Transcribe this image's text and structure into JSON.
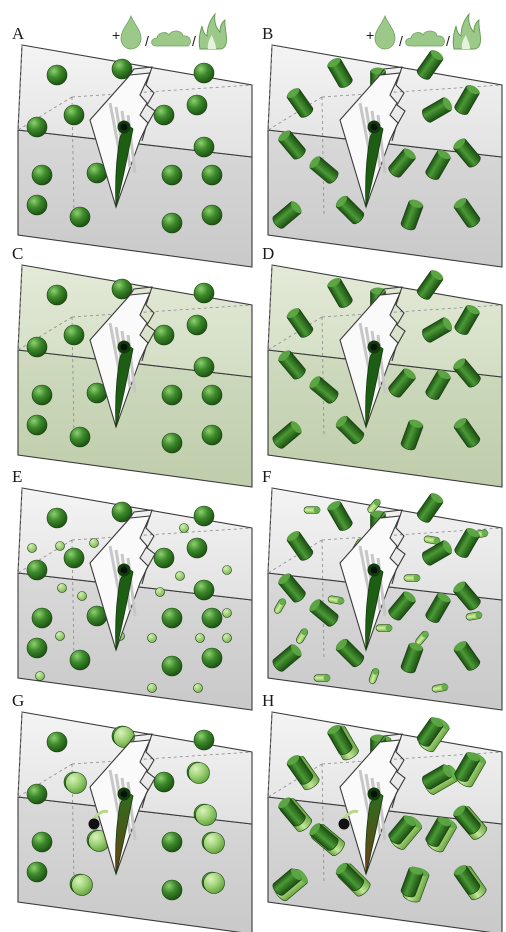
{
  "figure": {
    "legend": {
      "prefix": "+",
      "separator": "/",
      "items": [
        {
          "icon": "droplet-icon",
          "label_name": "droplet"
        },
        {
          "icon": "cloud-icon",
          "label_name": "cloud"
        },
        {
          "icon": "flame-icon",
          "label_name": "flame"
        }
      ]
    },
    "panels": [
      {
        "letter": "A",
        "particle_shape": "sphere",
        "matrix": "gray",
        "small_particles": "none",
        "crack_tip": "plain"
      },
      {
        "letter": "B",
        "particle_shape": "cylinder",
        "matrix": "gray",
        "small_particles": "none",
        "crack_tip": "plain"
      },
      {
        "letter": "C",
        "particle_shape": "sphere",
        "matrix": "green",
        "small_particles": "none",
        "crack_tip": "plain"
      },
      {
        "letter": "D",
        "particle_shape": "cylinder",
        "matrix": "green",
        "small_particles": "none",
        "crack_tip": "plain"
      },
      {
        "letter": "E",
        "particle_shape": "sphere",
        "matrix": "gray",
        "small_particles": "small-spheres",
        "crack_tip": "plain"
      },
      {
        "letter": "F",
        "particle_shape": "cylinder",
        "matrix": "gray",
        "small_particles": "small-rods",
        "crack_tip": "plain"
      },
      {
        "letter": "G",
        "particle_shape": "sphere",
        "matrix": "gray",
        "small_particles": "light-shells",
        "crack_tip": "healed"
      },
      {
        "letter": "H",
        "particle_shape": "cylinder",
        "matrix": "gray",
        "small_particles": "light-shells",
        "crack_tip": "healed"
      }
    ],
    "colors": {
      "particle_dark": "#1f5a14",
      "particle_mid": "#3f8a2e",
      "particle_light": "#7fbf5a",
      "small_particle": "#8cc85e",
      "matrix_gray_top": "#ececec",
      "matrix_gray_front": "#d2d2d2",
      "matrix_green_top": "#dfe7d3",
      "matrix_green_front": "#c9d6b8",
      "outline": "#3a3a3a",
      "crack_fill": "#1e5e14",
      "legend_icon": "#9cc98a"
    }
  }
}
